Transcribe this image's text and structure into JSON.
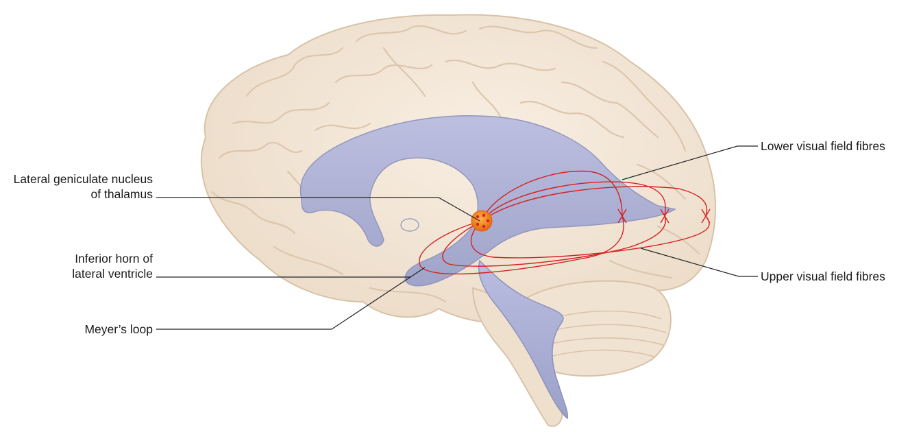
{
  "labels": {
    "lgn_line1": "Lateral geniculate nucleus",
    "lgn_line2": "of thalamus",
    "horn_line1": "Inferior horn of",
    "horn_line2": "lateral ventricle",
    "meyer": "Meyer’s loop",
    "lower": "Lower visual field fibres",
    "upper": "Upper visual field fibres"
  },
  "colors": {
    "brain_fill": "#f3e6d6",
    "brain_outline": "#dcc7b0",
    "gyri_lines": "#d9c3aa",
    "ventricle_fill": "#a9aed2",
    "ventricle_outline": "#8d92bd",
    "fibre_red": "#d42020",
    "lgn_orange": "#f07a1a",
    "leader_line": "#222222"
  }
}
